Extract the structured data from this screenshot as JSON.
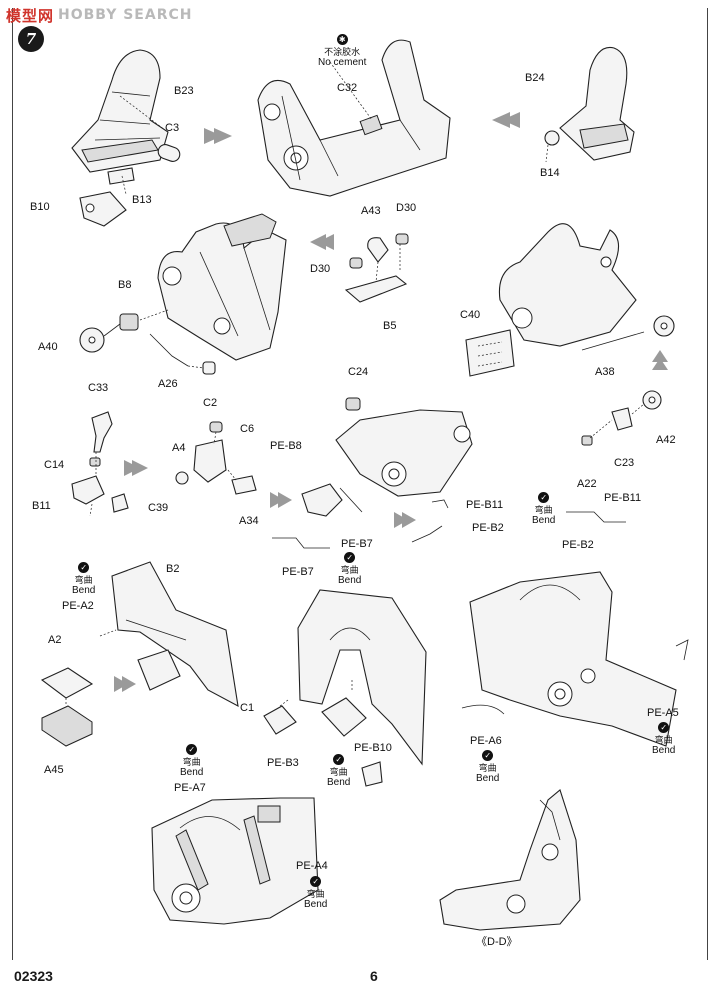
{
  "header": {
    "watermark_logo": "模型网",
    "watermark_text": "HOBBY SEARCH",
    "step_number": "7"
  },
  "notes": {
    "no_cement_cn": "不涂胶水",
    "no_cement_en": "No cement",
    "bend_cn": "弯曲",
    "bend_en": "Bend"
  },
  "parts": {
    "B23": "B23",
    "C3": "C3",
    "B10": "B10",
    "B13": "B13",
    "C32": "C32",
    "B24": "B24",
    "B14": "B14",
    "A43": "A43",
    "D30a": "D30",
    "D30b": "D30",
    "B5": "B5",
    "B8": "B8",
    "A40": "A40",
    "A26": "A26",
    "C2": "C2",
    "C40": "C40",
    "A38": "A38",
    "C33": "C33",
    "C14": "C14",
    "B11": "B11",
    "C39": "C39",
    "C6": "C6",
    "A4": "A4",
    "PE-B8": "PE-B8",
    "A34": "A34",
    "C24": "C24",
    "PE-B7a": "PE-B7",
    "PE-B7b": "PE-B7",
    "PE-B11a": "PE-B11",
    "PE-B2a": "PE-B2",
    "PE-B11b": "PE-B11",
    "PE-B2b": "PE-B2",
    "C23": "C23",
    "A42": "A42",
    "A22": "A22",
    "B2": "B2",
    "PE-A2": "PE-A2",
    "A2": "A2",
    "A45": "A45",
    "C1": "C1",
    "PE-B3": "PE-B3",
    "PE-B10": "PE-B10",
    "PE-A6": "PE-A6",
    "PE-A5": "PE-A5",
    "PE-A7": "PE-A7",
    "PE-A4": "PE-A4",
    "DD": "《D-D》"
  },
  "footer": {
    "product_code": "02323",
    "page_number": "6"
  }
}
